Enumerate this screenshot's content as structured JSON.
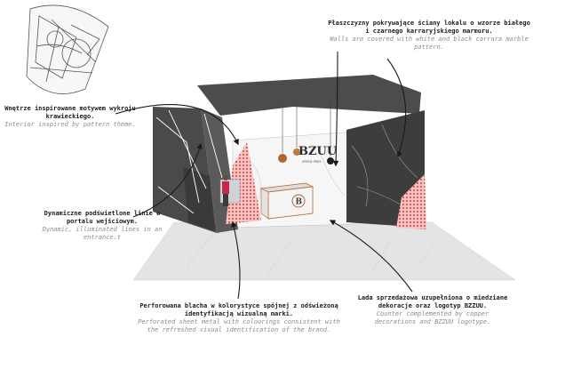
{
  "annotations": {
    "pattern": {
      "pl": "Wnętrze inspirowane motywem wykroju krawieckiego.",
      "en": "Interior inspired by pattern theme."
    },
    "walls": {
      "pl": "Płaszczyzny pokrywające ściany lokalu o wzorze białego i czarnego karraryjskiego marmuru.",
      "en": "Walls are covered with white and black carrara marble pattern."
    },
    "lines": {
      "pl": "Dynamiczne podświetlone linie w portalu wejściowym.",
      "en": "Dynamic, illuminated lines in an entrance.t"
    },
    "sheet": {
      "pl": "Perforowana blacha w kolorystyce spójnej z odświeżoną identyfikacją wizualną marki.",
      "en": "Perforated sheet metal with colourings consistent with the refreshed visual identification of the brand."
    },
    "counter": {
      "pl": "Lada sprzedażowa uzupełniona o miedziane dekoracje oraz logotyp BZZUU.",
      "en": "Counter complemented by copper decorations and BZZUU logotype."
    }
  },
  "brand": {
    "logo": "BZUU",
    "sub": "SPEED PRES"
  },
  "colors": {
    "dark_panel": "#4a4a4a",
    "marble": "#3d3d3d",
    "floor": "#e6e6e6",
    "pink": "#e79a9a",
    "copper": "#b5652b",
    "arrow": "#1a1a1a"
  },
  "icons": [
    "pattern-sketch-icon",
    "pendant-lamp-icon",
    "counter-logo-icon",
    "arrow-icon"
  ]
}
